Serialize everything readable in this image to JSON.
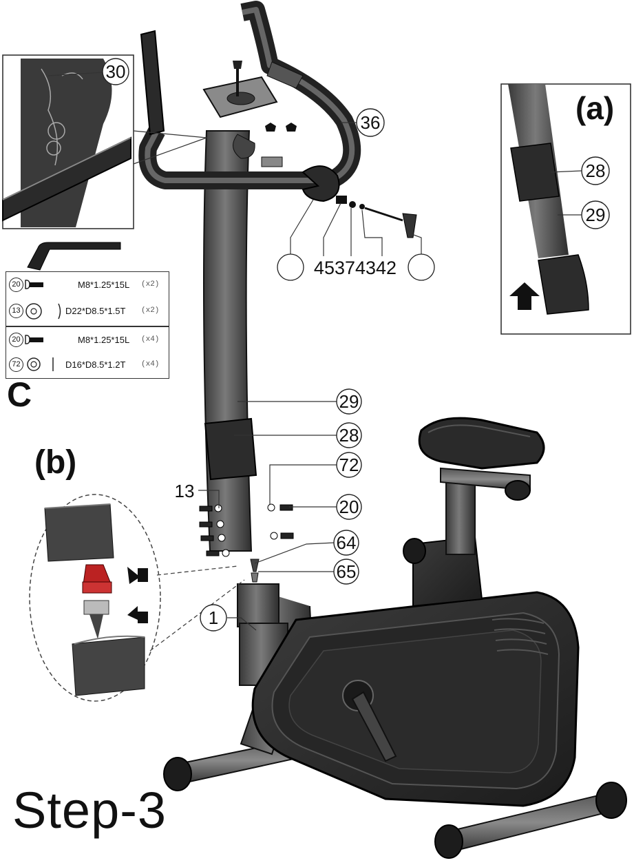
{
  "step_title": "Step-3",
  "detail_labels": {
    "a": "(a)",
    "b": "(b)",
    "c": "C"
  },
  "callouts": [
    {
      "id": "c30",
      "text": "30"
    },
    {
      "id": "c36",
      "text": "36"
    },
    {
      "id": "c28a",
      "text": "28"
    },
    {
      "id": "c29a",
      "text": "29"
    },
    {
      "id": "c29",
      "text": "29"
    },
    {
      "id": "c28",
      "text": "28"
    },
    {
      "id": "c72",
      "text": "72"
    },
    {
      "id": "c20",
      "text": "20"
    },
    {
      "id": "c64",
      "text": "64"
    },
    {
      "id": "c65",
      "text": "65"
    },
    {
      "id": "c1",
      "text": "1"
    },
    {
      "id": "c13",
      "text": "13"
    }
  ],
  "bottom_callouts_text": "45374342",
  "parts_box_1": [
    {
      "num": "20",
      "spec": "M8*1.25*15L",
      "qty": "(x2)"
    },
    {
      "num": "13",
      "spec": "D22*D8.5*1.5T",
      "qty": "(x2)"
    }
  ],
  "parts_box_2": [
    {
      "num": "20",
      "spec": "M8*1.25*15L",
      "qty": "(x4)"
    },
    {
      "num": "72",
      "spec": "D16*D8.5*1.2T",
      "qty": "(x4)"
    }
  ]
}
